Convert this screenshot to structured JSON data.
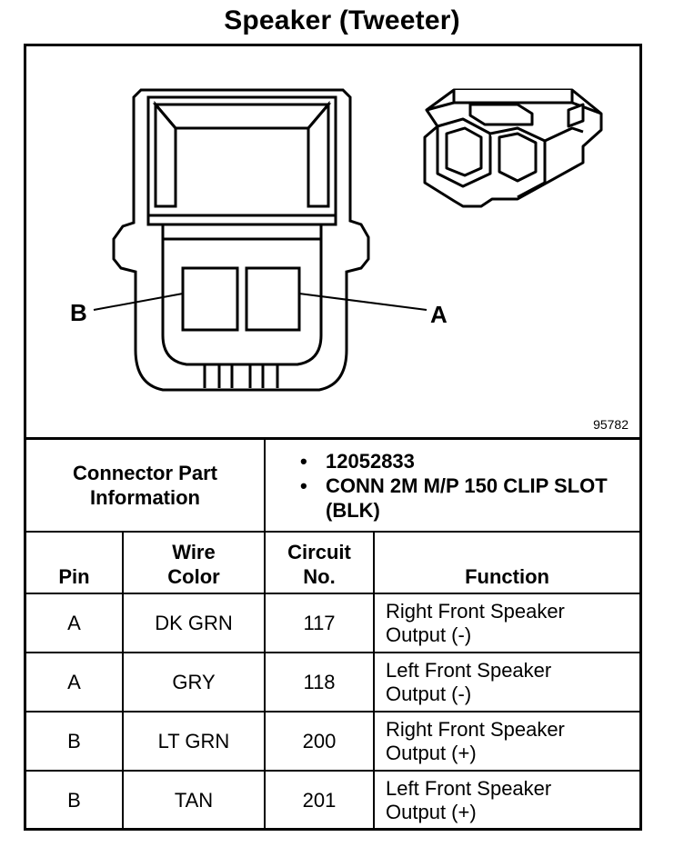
{
  "title": "Speaker (Tweeter)",
  "diagram": {
    "pin_labels": {
      "left": "B",
      "right": "A"
    },
    "figure_number": "95782"
  },
  "connector_info": {
    "label": "Connector Part Information",
    "parts": [
      "12052833",
      "CONN 2M M/P 150 CLIP SLOT (BLK)"
    ]
  },
  "table": {
    "headers": {
      "pin": "Pin",
      "wire_color": "Wire Color",
      "circuit": "Circuit No.",
      "function": "Function"
    },
    "rows": [
      {
        "pin": "A",
        "wire_color": "DK GRN",
        "circuit": "117",
        "function": "Right Front Speaker Output (-)"
      },
      {
        "pin": "A",
        "wire_color": "GRY",
        "circuit": "118",
        "function": "Left Front Speaker Output (-)"
      },
      {
        "pin": "B",
        "wire_color": "LT GRN",
        "circuit": "200",
        "function": "Right Front Speaker Output (+)"
      },
      {
        "pin": "B",
        "wire_color": "TAN",
        "circuit": "201",
        "function": "Left Front Speaker Output (+)"
      }
    ]
  }
}
